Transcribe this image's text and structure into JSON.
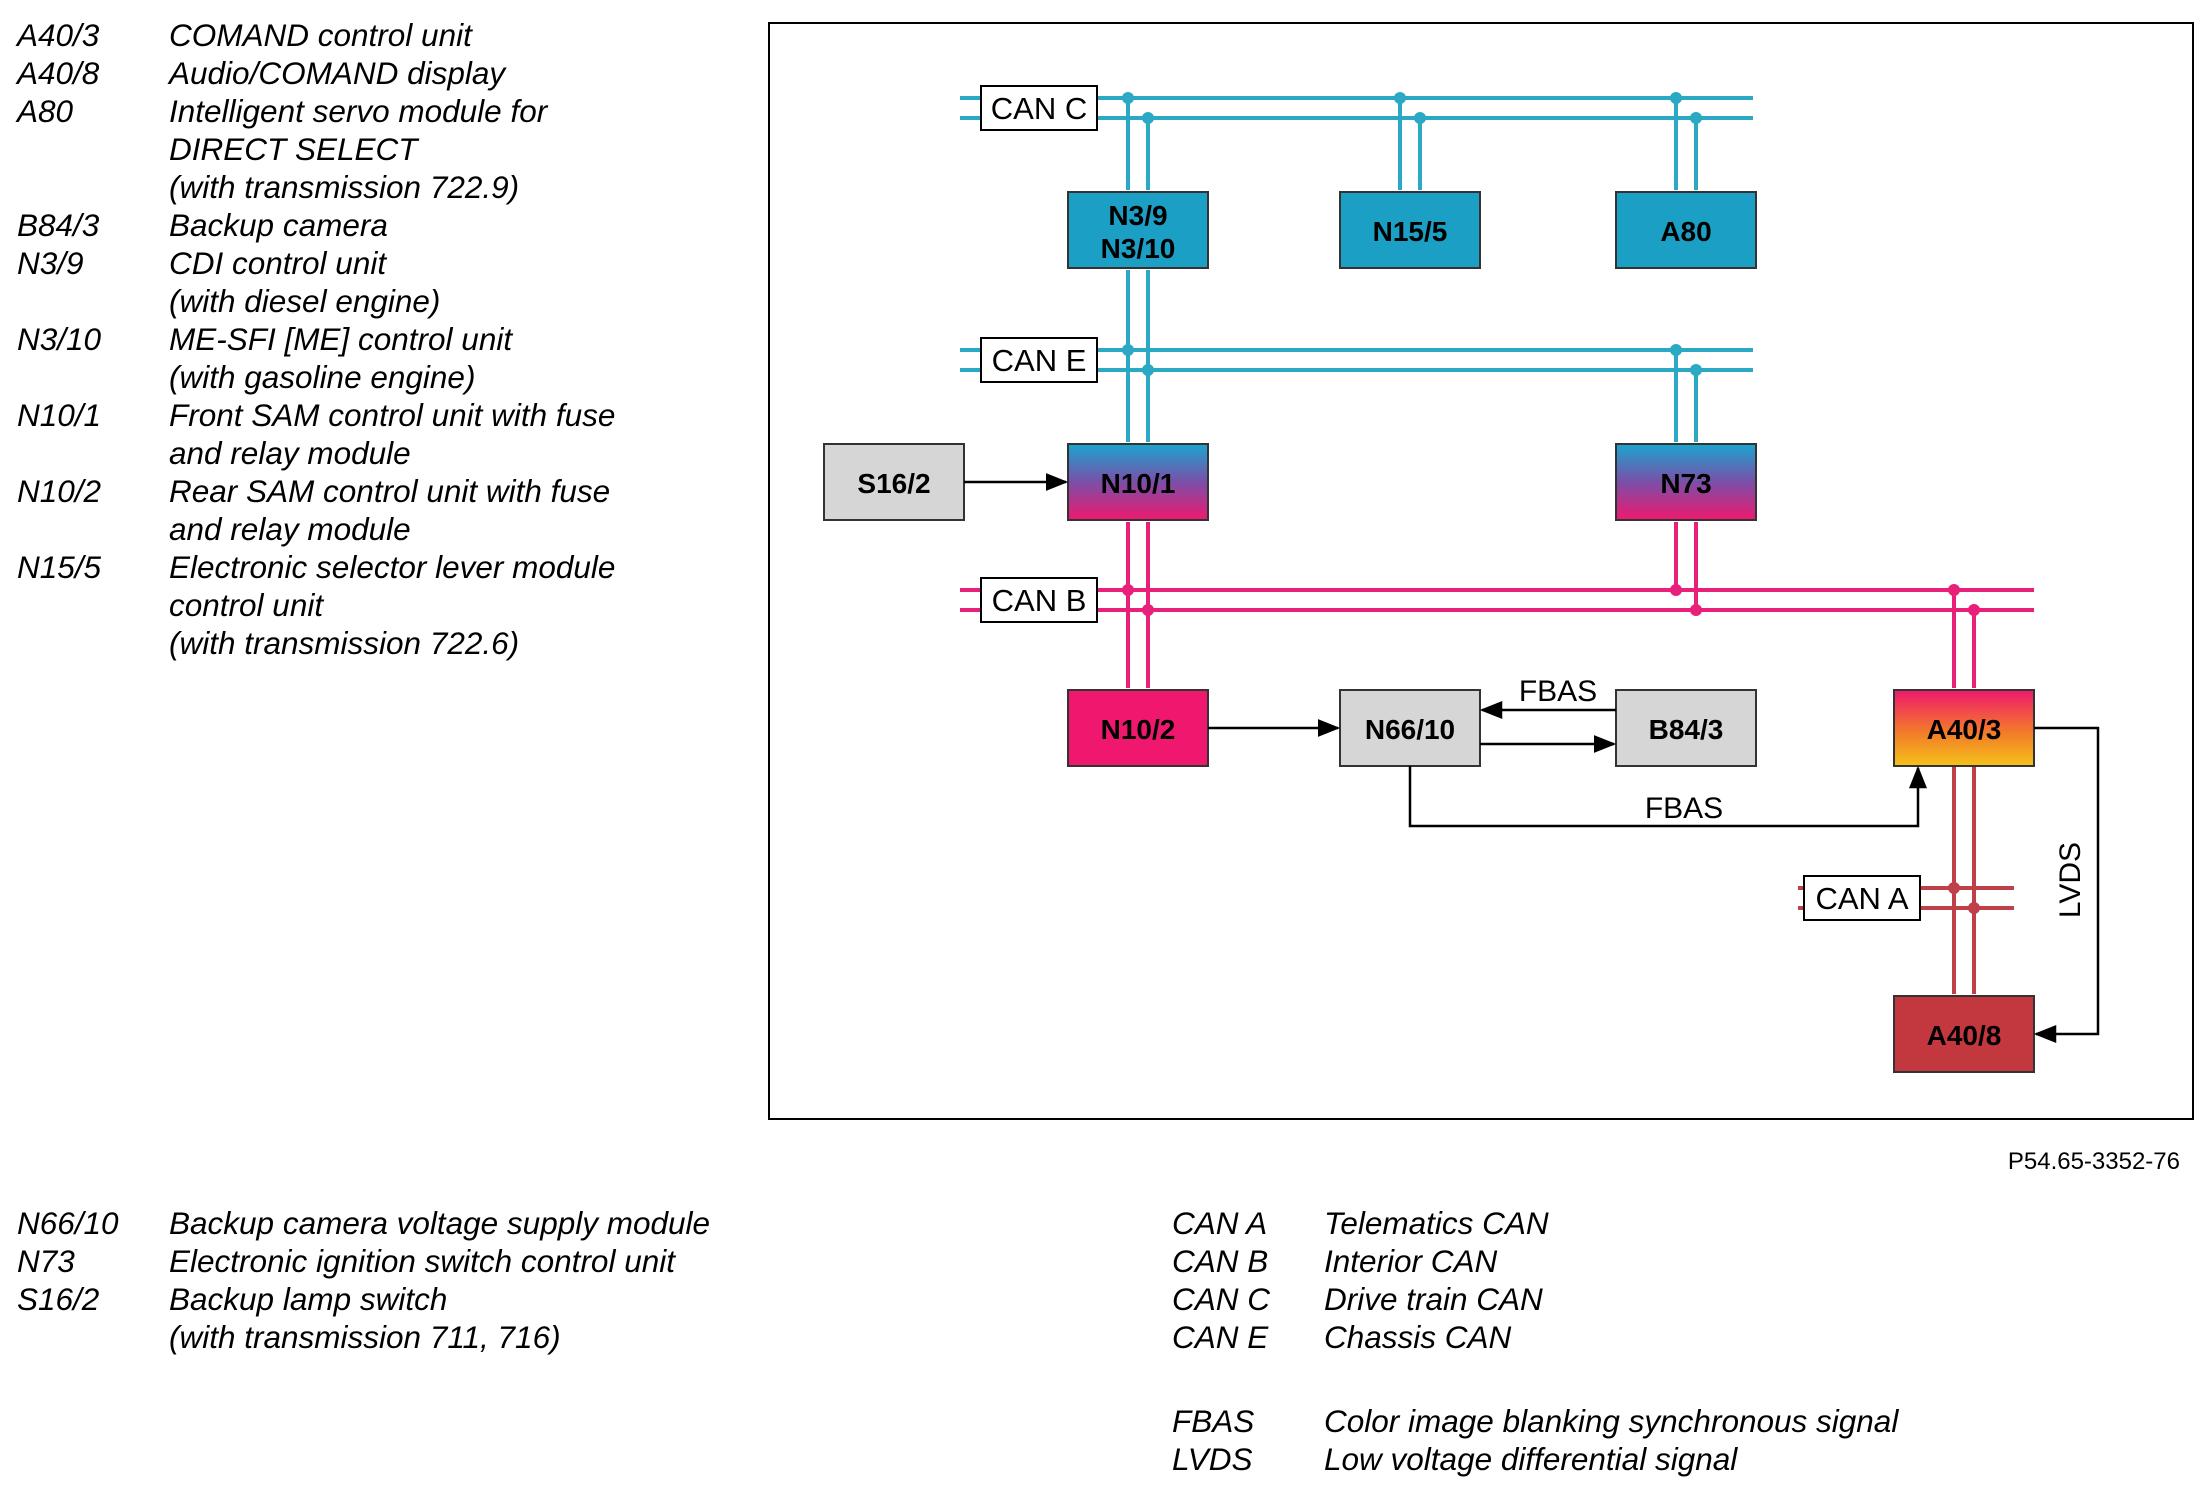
{
  "legend_left": [
    {
      "code": "A40/3",
      "desc": "COMAND control unit"
    },
    {
      "code": "A40/8",
      "desc": "Audio/COMAND display"
    },
    {
      "code": "A80",
      "desc": "Intelligent servo module for\nDIRECT SELECT\n(with transmission 722.9)"
    },
    {
      "code": "B84/3",
      "desc": "Backup camera"
    },
    {
      "code": "N3/9",
      "desc": "CDI control unit\n(with diesel engine)"
    },
    {
      "code": "N3/10",
      "desc": "ME-SFI [ME] control unit\n(with gasoline engine)"
    },
    {
      "code": "N10/1",
      "desc": "Front SAM control unit with fuse\nand relay module"
    },
    {
      "code": "N10/2",
      "desc": "Rear SAM control unit with fuse\nand relay module"
    },
    {
      "code": "N15/5",
      "desc": "Electronic selector lever module\ncontrol unit\n(with transmission 722.6)"
    }
  ],
  "legend_bottom_left": [
    {
      "code": "N66/10",
      "desc": "Backup camera voltage supply module"
    },
    {
      "code": "N73",
      "desc": "Electronic ignition switch control unit"
    },
    {
      "code": "S16/2",
      "desc": "Backup lamp switch\n(with transmission 711, 716)"
    }
  ],
  "legend_bottom_right": [
    {
      "code": "CAN A",
      "desc": "Telematics CAN"
    },
    {
      "code": "CAN B",
      "desc": "Interior CAN"
    },
    {
      "code": "CAN C",
      "desc": "Drive train CAN"
    },
    {
      "code": "CAN E",
      "desc": "Chassis CAN"
    }
  ],
  "legend_signals": [
    {
      "code": "FBAS",
      "desc": "Color image blanking synchronous signal"
    },
    {
      "code": "LVDS",
      "desc": "Low voltage differential signal"
    }
  ],
  "figure_id": "P54.65-3352-76",
  "diagram": {
    "bus_labels": {
      "can_c": "CAN C",
      "can_e": "CAN E",
      "can_b": "CAN B",
      "can_a": "CAN A"
    },
    "modules": {
      "n39": "N3/9",
      "n310": "N3/10",
      "n155": "N15/5",
      "a80": "A80",
      "s162": "S16/2",
      "n101": "N10/1",
      "n73": "N73",
      "n102": "N10/2",
      "n6610": "N66/10",
      "b843": "B84/3",
      "a403": "A40/3",
      "a408": "A40/8"
    },
    "signals": {
      "fbas_top": "FBAS",
      "fbas_bottom": "FBAS",
      "lvds": "LVDS"
    },
    "colors": {
      "can_c_e": "#2aa8c4",
      "can_b": "#e8207a",
      "can_a": "#c0404a",
      "module_blue": "#1b9fc4",
      "module_gray": "#d6d6d6",
      "module_pink": "#f0186e",
      "module_red": "#c2383e"
    }
  }
}
